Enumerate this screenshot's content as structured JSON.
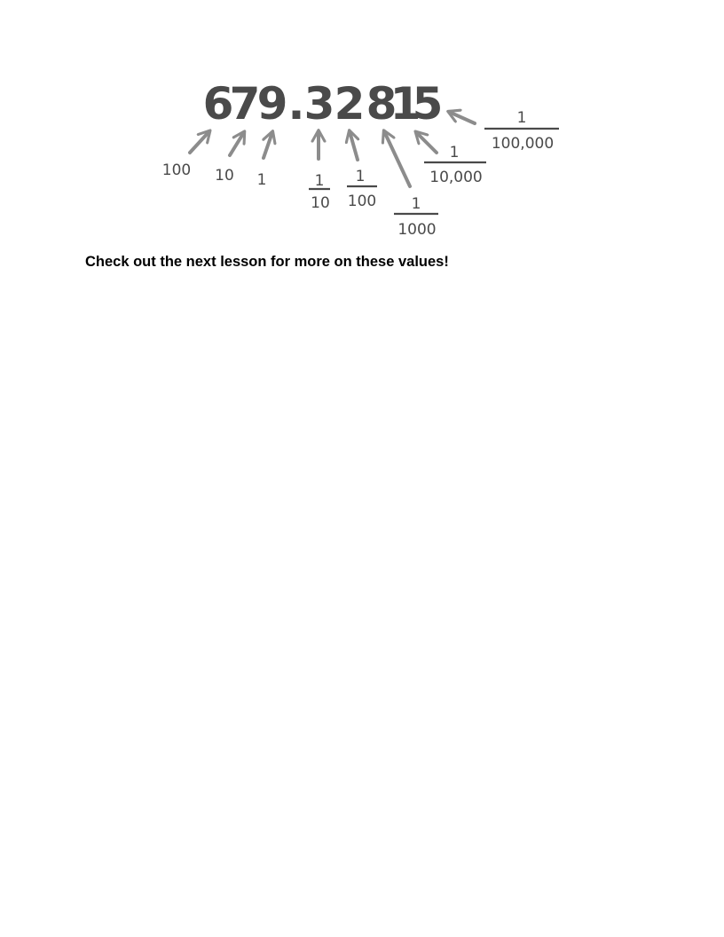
{
  "number": {
    "digits": [
      "6",
      "7",
      "9",
      ".",
      "3",
      "2",
      "8",
      "1",
      "5"
    ]
  },
  "place_values": [
    {
      "digit": "6",
      "whole": "100"
    },
    {
      "digit": "7",
      "whole": "10"
    },
    {
      "digit": "9",
      "whole": "1"
    },
    {
      "digit": "3",
      "numerator": "1",
      "denominator": "10"
    },
    {
      "digit": "2",
      "numerator": "1",
      "denominator": "100"
    },
    {
      "digit": "8",
      "numerator": "1",
      "denominator": "1000"
    },
    {
      "digit": "1",
      "numerator": "1",
      "denominator": "10,000"
    },
    {
      "digit": "5",
      "numerator": "1",
      "denominator": "100,000"
    }
  ],
  "caption": "Check out the next lesson for more on these values!",
  "colors": {
    "digits": "#4a4a4a",
    "arrows": "#8c8c8c",
    "caption": "#000000"
  }
}
